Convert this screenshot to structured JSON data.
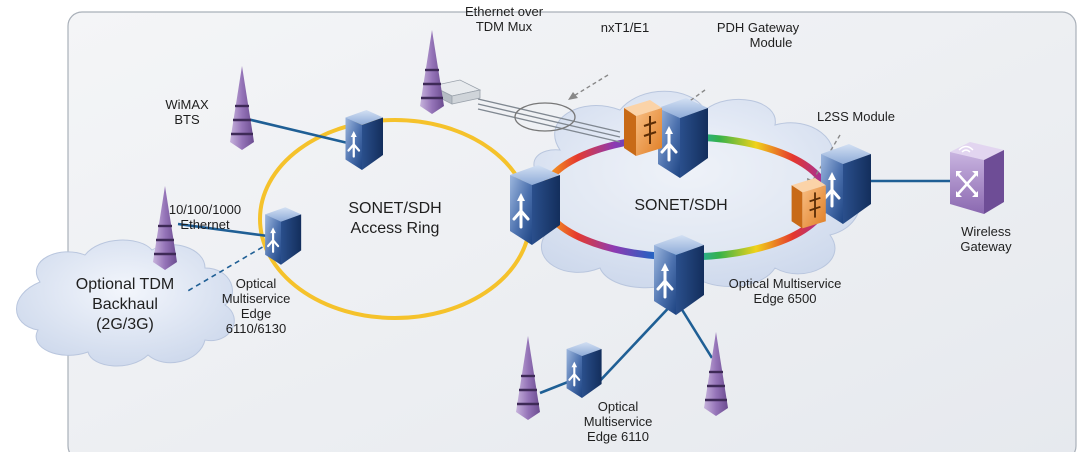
{
  "labels": {
    "eth_tdm_mux": [
      "Ethernet over",
      "TDM Mux"
    ],
    "nxt1": "nxT1/E1",
    "pdh": [
      "PDH Gateway",
      "Module"
    ],
    "wimax": [
      "WiMAX",
      "BTS"
    ],
    "l2ss": "L2SS Module",
    "ethernet": [
      "10/100/1000",
      "Ethernet"
    ],
    "access_ring": [
      "SONET/SDH",
      "Access Ring"
    ],
    "core_ring": "SONET/SDH",
    "wireless": [
      "Wireless",
      "Gateway"
    ],
    "tdm_backhaul": [
      "Optional TDM",
      "Backhaul",
      "(2G/3G)"
    ],
    "ome6110_6130": [
      "Optical",
      "Multiservice",
      "Edge",
      "6110/6130"
    ],
    "ome6500": [
      "Optical Multiservice",
      "Edge 6500"
    ],
    "ome6110": [
      "Optical",
      "Multiservice",
      "Edge 6110"
    ]
  },
  "icons": {
    "switch": "switch-cube-icon",
    "tower": "cell-tower-icon",
    "module": "gateway-module-icon",
    "mux": "mux-box-icon",
    "router": "wireless-router-icon",
    "cloud": "cloud-icon"
  },
  "colors": {
    "panel": "#eef0f2",
    "link": "#1f5f95",
    "access_ring": "#f5c22b",
    "cube_light": "#7d9dcc",
    "cube_dark": "#1c3f7a",
    "module": "#f29a4a",
    "tower": "#9a7bb8",
    "router": "#a98ac9",
    "cloud": "#d8e1f0"
  }
}
